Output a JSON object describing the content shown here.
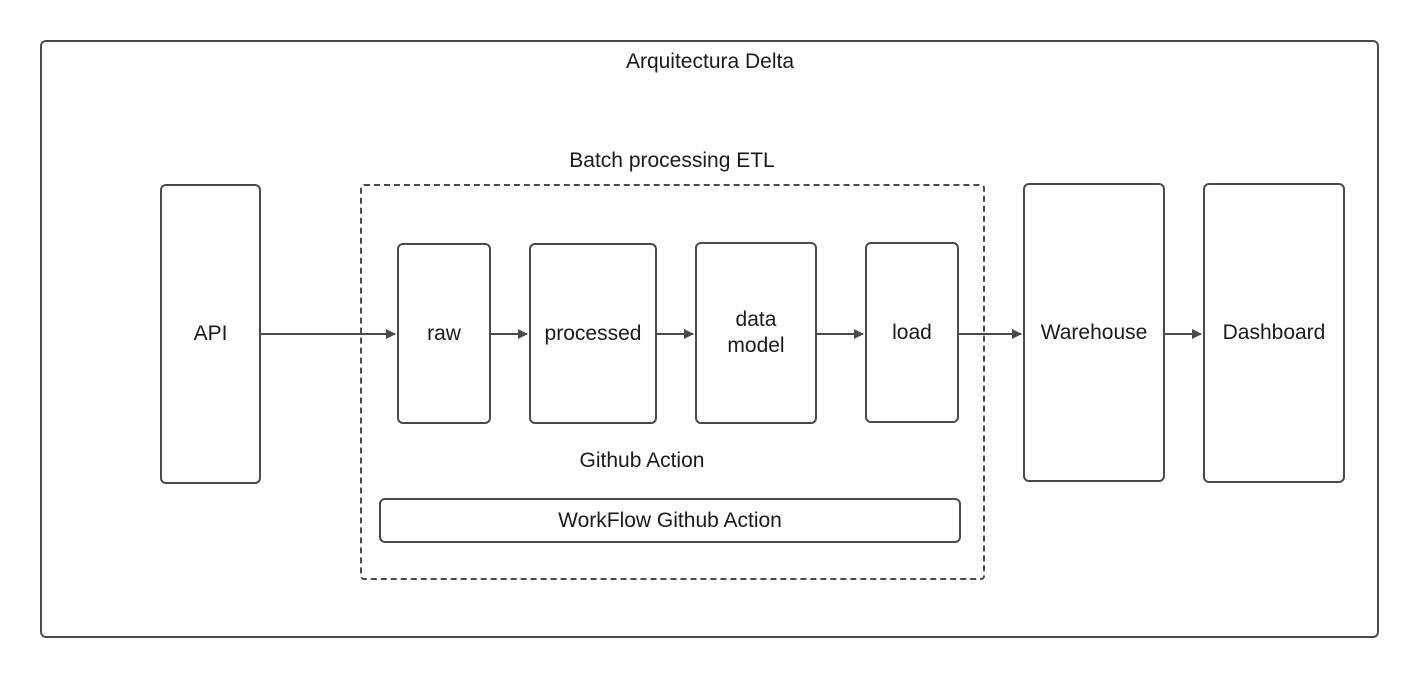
{
  "diagram": {
    "title": "Arquitectura Delta",
    "group": {
      "title": "Batch processing ETL",
      "subtitle": "Github Action",
      "workflow_label": "WorkFlow Github Action"
    },
    "nodes": {
      "api": "API",
      "raw": "raw",
      "processed": "processed",
      "data_model": "data\nmodel",
      "load": "load",
      "warehouse": "Warehouse",
      "dashboard": "Dashboard"
    },
    "edges": [
      {
        "from": "API",
        "to": "raw"
      },
      {
        "from": "raw",
        "to": "processed"
      },
      {
        "from": "processed",
        "to": "data model"
      },
      {
        "from": "data model",
        "to": "load"
      },
      {
        "from": "load",
        "to": "Warehouse"
      },
      {
        "from": "Warehouse",
        "to": "Dashboard"
      }
    ],
    "colors": {
      "stroke": "#4a4a4a",
      "text": "#1a1a1a",
      "background": "#ffffff"
    }
  }
}
